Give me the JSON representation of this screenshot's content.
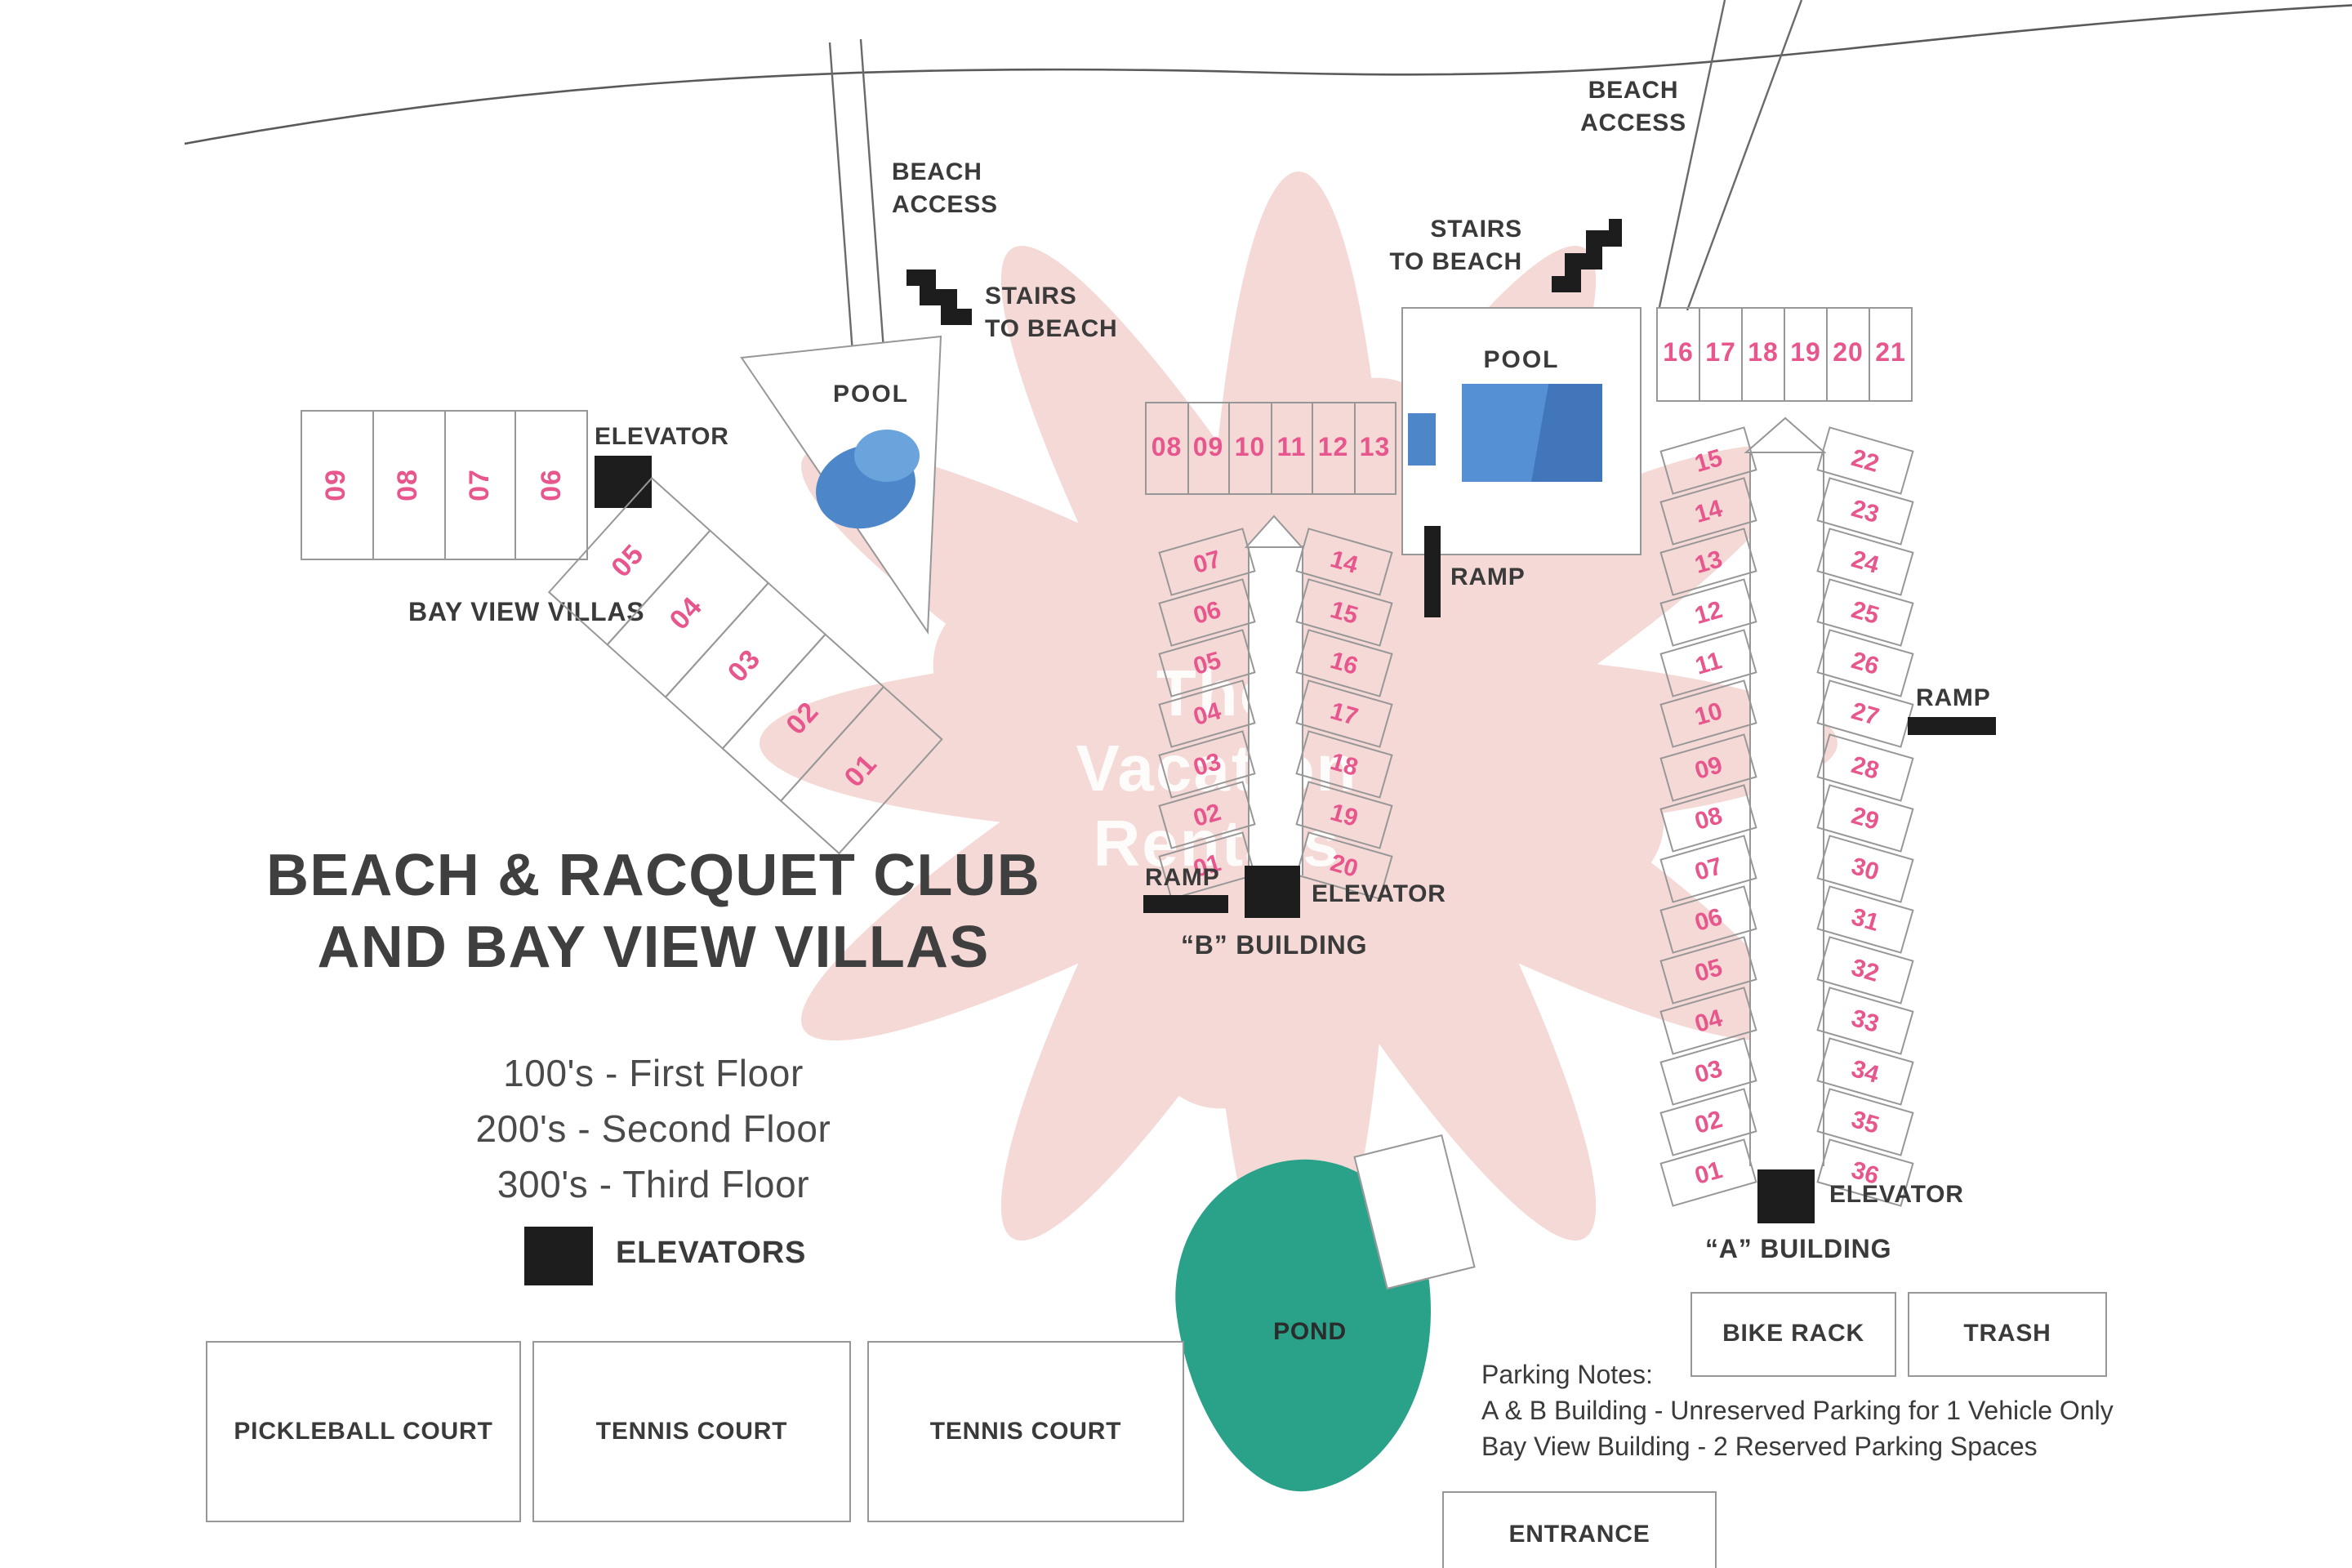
{
  "colors": {
    "unit_pink": "#e7568c",
    "pool_blue": "#4d87c9",
    "pond_teal": "#2aa189",
    "watermark_pink": "#f5d9d6",
    "ink": "#3a3a3a"
  },
  "title": {
    "line1": "BEACH & RACQUET CLUB",
    "line2": "AND BAY VIEW VILLAS"
  },
  "legend": {
    "floor1": "100's - First Floor",
    "floor2": "200's - Second Floor",
    "floor3": "300's - Third Floor",
    "elevators": "ELEVATORS"
  },
  "shore": {
    "beach_access_left": {
      "line1": "BEACH",
      "line2": "ACCESS"
    },
    "stairs_left": {
      "line1": "STAIRS",
      "line2": "TO BEACH"
    },
    "beach_access_right": {
      "line1": "BEACH",
      "line2": "ACCESS"
    },
    "stairs_right": {
      "line1": "STAIRS",
      "line2": "TO BEACH"
    }
  },
  "bayview": {
    "name": "BAY VIEW VILLAS",
    "elevator": "ELEVATOR",
    "pool": "POOL",
    "row_units": [
      "09",
      "08",
      "07",
      "06"
    ],
    "diagonal_units": [
      "05",
      "04",
      "03",
      "02",
      "01"
    ]
  },
  "b_building": {
    "name": "“B” BUILDING",
    "elevator": "ELEVATOR",
    "ramp": "RAMP",
    "pool": "POOL",
    "pool_ramp": "RAMP",
    "top_units": [
      "08",
      "09",
      "10",
      "11",
      "12",
      "13"
    ],
    "left_units": [
      "07",
      "06",
      "05",
      "04",
      "03",
      "02",
      "01"
    ],
    "right_units": [
      "14",
      "15",
      "16",
      "17",
      "18",
      "19",
      "20"
    ]
  },
  "a_building": {
    "name": "“A” BUILDING",
    "elevator": "ELEVATOR",
    "ramp": "RAMP",
    "top_units": [
      "16",
      "17",
      "18",
      "19",
      "20",
      "21"
    ],
    "left_units_upper": [
      "15",
      "14",
      "13",
      "12",
      "11",
      "10"
    ],
    "left_units_lower": [
      "09",
      "08",
      "07",
      "06",
      "05",
      "04",
      "03",
      "02",
      "01"
    ],
    "right_units_upper": [
      "22",
      "23",
      "24",
      "25",
      "26",
      "27"
    ],
    "right_units_lower": [
      "28",
      "29",
      "30",
      "31",
      "32",
      "33",
      "34",
      "35",
      "36"
    ]
  },
  "amenities": {
    "pond": "POND",
    "bike_rack": "BIKE RACK",
    "trash": "TRASH",
    "entrance": "ENTRANCE",
    "pickleball_court": "PICKLEBALL COURT",
    "tennis_court_1": "TENNIS COURT",
    "tennis_court_2": "TENNIS COURT"
  },
  "parking_notes": {
    "heading": "Parking Notes:",
    "line1": "A & B Building - Unreserved Parking for 1 Vehicle Only",
    "line2": "Bay View Building - 2 Reserved Parking Spaces"
  },
  "watermark": {
    "line1": "The",
    "line2": "Vacation",
    "line3": "Rentals"
  }
}
